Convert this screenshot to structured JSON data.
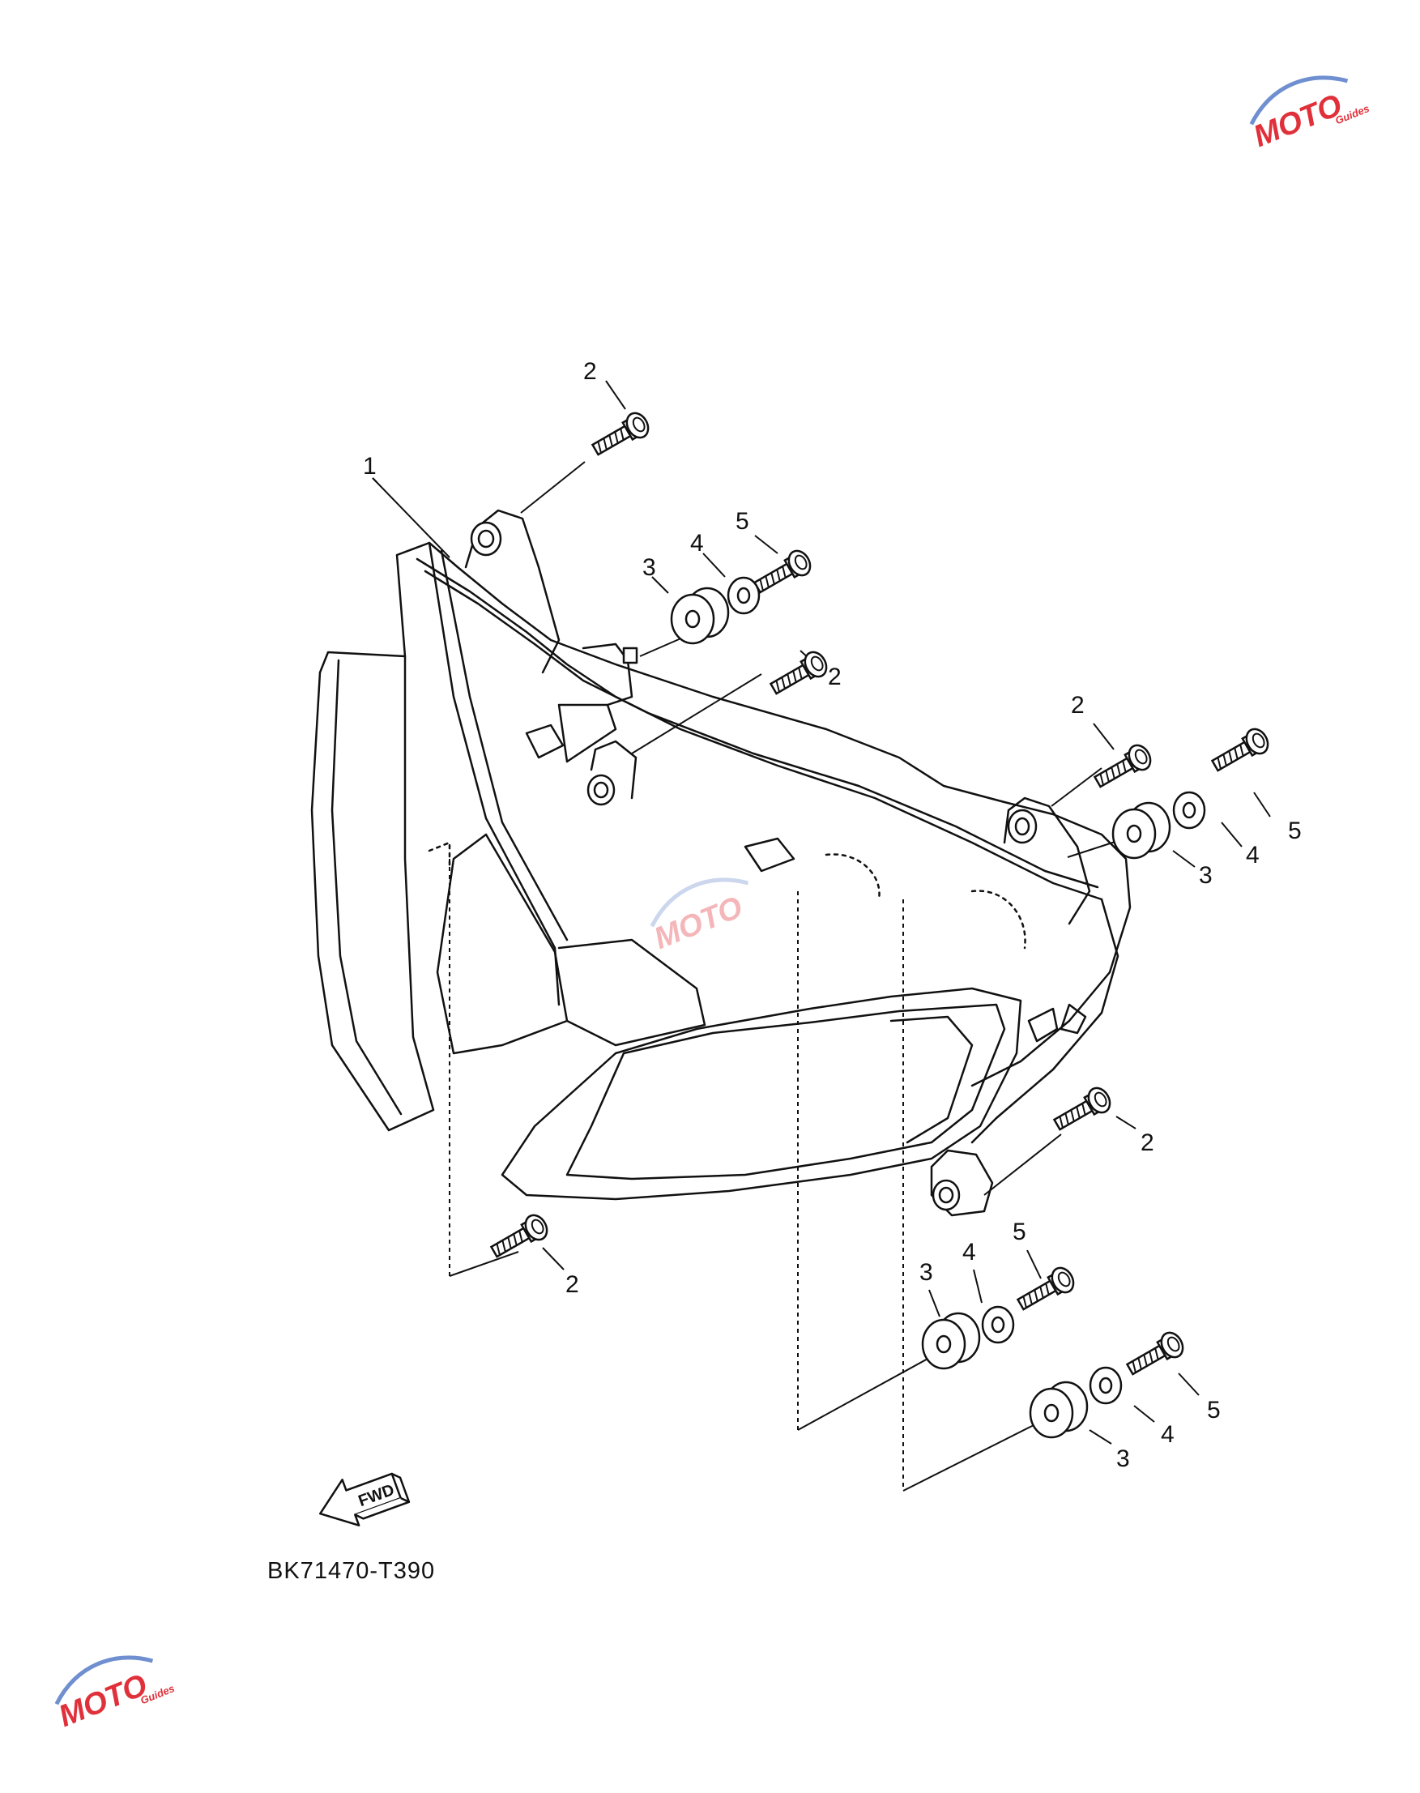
{
  "diagram": {
    "code": "BK71470-T390",
    "fwd_label": "FWD",
    "callouts": [
      {
        "id": "c1",
        "text": "1"
      },
      {
        "id": "c2a",
        "text": "2"
      },
      {
        "id": "c3a",
        "text": "3"
      },
      {
        "id": "c4a",
        "text": "4"
      },
      {
        "id": "c5a",
        "text": "5"
      },
      {
        "id": "c2b",
        "text": "2"
      },
      {
        "id": "c2c",
        "text": "2"
      },
      {
        "id": "c5b",
        "text": "5"
      },
      {
        "id": "c4b",
        "text": "4"
      },
      {
        "id": "c3b",
        "text": "3"
      },
      {
        "id": "c2d",
        "text": "2"
      },
      {
        "id": "c2e",
        "text": "2"
      },
      {
        "id": "c5c",
        "text": "5"
      },
      {
        "id": "c4c",
        "text": "4"
      },
      {
        "id": "c3c",
        "text": "3"
      },
      {
        "id": "c5d",
        "text": "5"
      },
      {
        "id": "c4d",
        "text": "4"
      },
      {
        "id": "c3d",
        "text": "3"
      }
    ]
  },
  "watermark": {
    "logo_text": "MOTO",
    "logo_subtext": "Guides",
    "accent_red": "#e0303a",
    "accent_blue": "#6f8fd0"
  }
}
